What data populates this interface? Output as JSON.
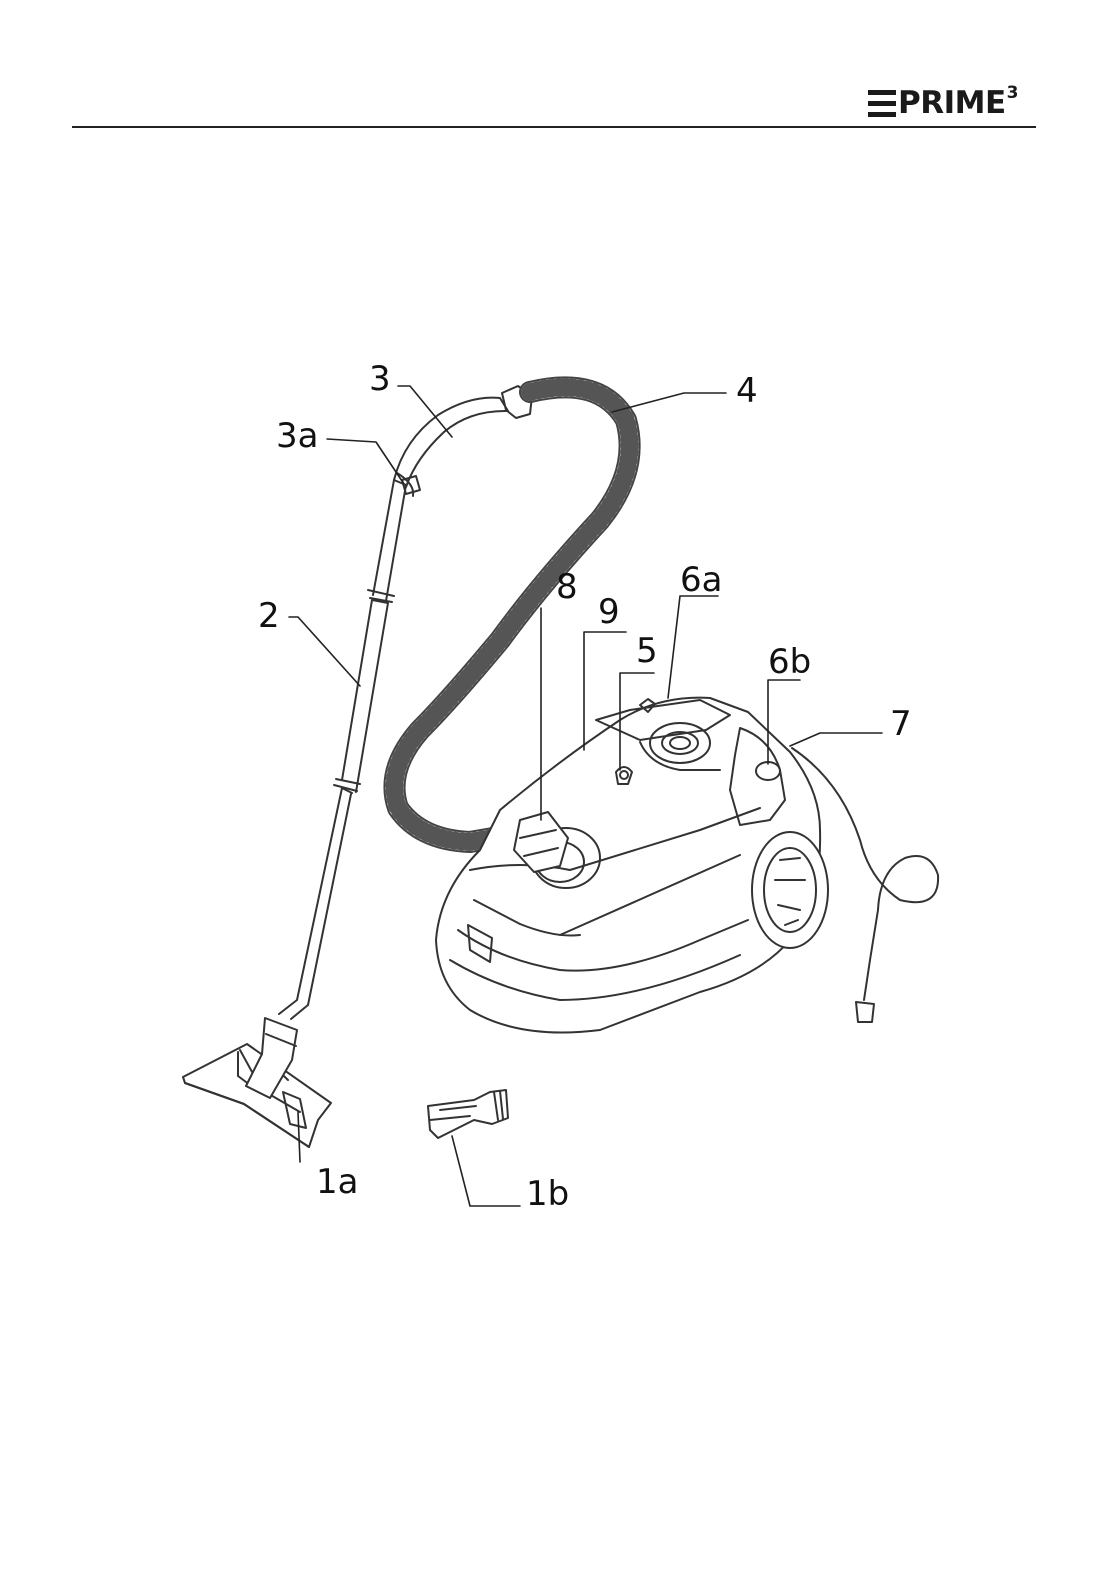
{
  "logo": {
    "word": "PRIME",
    "superscript": "3"
  },
  "labels": {
    "l3": "3",
    "l3a": "3a",
    "l4": "4",
    "l2": "2",
    "l8": "8",
    "l9": "9",
    "l6a": "6a",
    "l5": "5",
    "l6b": "6b",
    "l7": "7",
    "l1a": "1a",
    "l1b": "1b"
  },
  "colors": {
    "ink": "#1a1a1a",
    "line": "#333333"
  }
}
